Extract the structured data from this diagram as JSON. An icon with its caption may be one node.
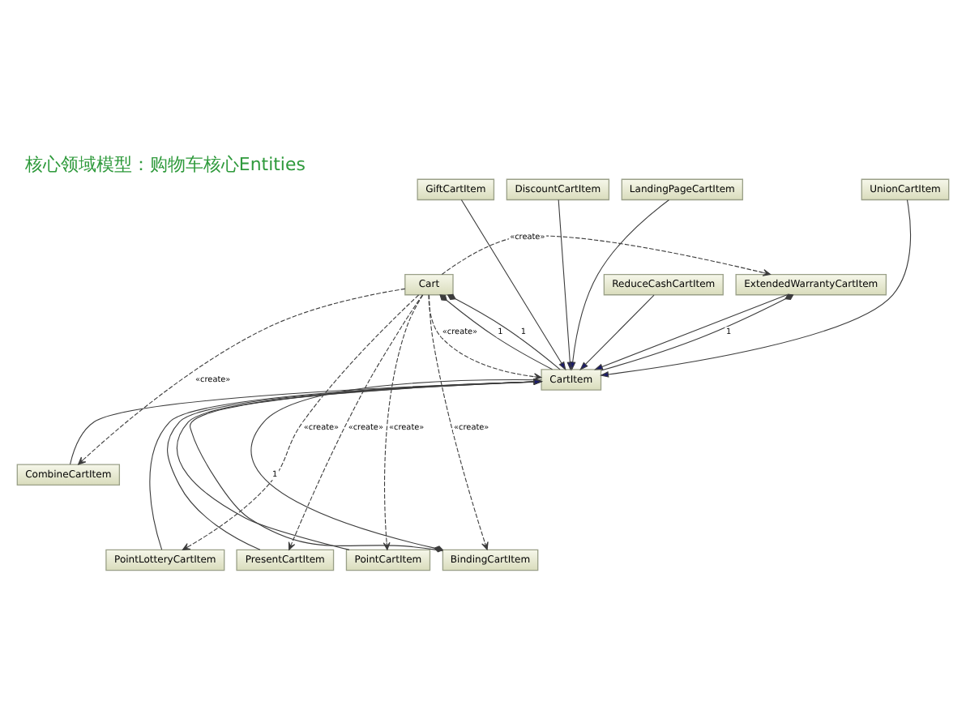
{
  "diagram": {
    "title": "核心领域模型：购物车核心Entities",
    "nodes": [
      {
        "text": [
          "UnionCartItem"
        ]
      },
      {
        "text": [
          "GiftCartItem"
        ]
      },
      {
        "text": [
          "DiscountCartItem"
        ]
      },
      {
        "text": [
          "LandingPageCartItem"
        ]
      },
      {
        "text": [
          "ExtendedWarrantyCartItem"
        ]
      },
      {
        "text": [
          "CartItem"
        ]
      },
      {
        "text": [
          "ReduceCashCartItem"
        ]
      },
      {
        "text": [
          "Cart"
        ]
      },
      {
        "text": [
          "CombineCartItem"
        ]
      },
      {
        "text": [
          "PointLotteryCartItem"
        ]
      },
      {
        "text": [
          "PresentCartItem"
        ]
      },
      {
        "text": [
          "PointCartItem"
        ]
      },
      {
        "text": [
          "BindingCartItem"
        ]
      }
    ],
    "edges": [
      {
        "from": 0,
        "to": 5,
        "arrow": "to"
      },
      {
        "from": 1,
        "to": 5,
        "arrow": "to"
      },
      {
        "from": 2,
        "to": 5,
        "arrow": "to"
      },
      {
        "from": 3,
        "to": 5,
        "arrow": "to"
      },
      {
        "from": 4,
        "to": 5,
        "arrow": "to"
      },
      {
        "from": 6,
        "to": 5,
        "arrow": "to"
      },
      {
        "from": 8,
        "to": 5,
        "arrow": "to"
      },
      {
        "from": 9,
        "to": 5,
        "arrow": "to"
      },
      {
        "from": 10,
        "to": 5,
        "arrow": "to"
      },
      {
        "from": 11,
        "to": 5,
        "arrow": "to"
      },
      {
        "from": 12,
        "to": 5,
        "arrow": "to"
      },
      {
        "from": 4,
        "to": 5,
        "arrow": "other",
        "label": "1"
      },
      {
        "from": 7,
        "to": 5,
        "arrow": "other",
        "label": "1"
      },
      {
        "from": 7,
        "to": 5,
        "arrow": "other",
        "label": "1"
      },
      {
        "from": 12,
        "to": 5,
        "arrow": "other",
        "label": "1"
      },
      {
        "from": 7,
        "to": 4,
        "arrow": "to",
        "style": "dashed",
        "label": "«create»"
      },
      {
        "from": 7,
        "to": 5,
        "arrow": "to",
        "style": "dashed",
        "label": "«create»"
      },
      {
        "from": 7,
        "to": 8,
        "arrow": "to",
        "style": "dashed",
        "label": "«create»"
      },
      {
        "from": 7,
        "to": 9,
        "arrow": "to",
        "style": "dashed",
        "label": "«create»"
      },
      {
        "from": 7,
        "to": 10,
        "arrow": "to",
        "style": "dashed",
        "label": "«create»"
      },
      {
        "from": 7,
        "to": 11,
        "arrow": "to",
        "style": "dashed",
        "label": "«create»"
      },
      {
        "from": 7,
        "to": 12,
        "arrow": "to",
        "style": "dashed",
        "label": "«create»"
      }
    ]
  }
}
